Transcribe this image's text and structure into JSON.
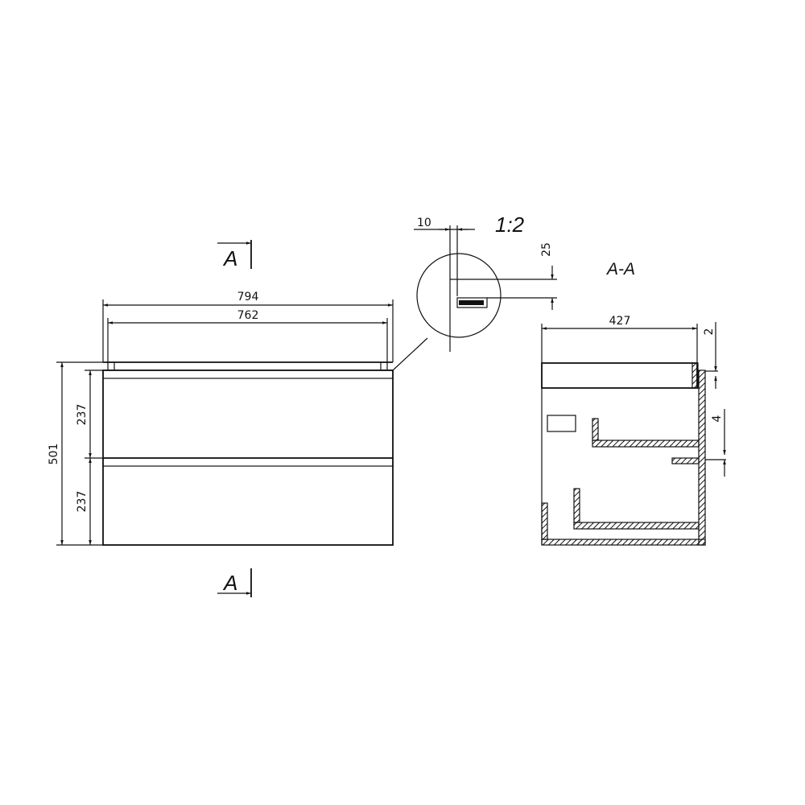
{
  "front_view": {
    "dim_overall_width": "794",
    "dim_inner_width": "762",
    "dim_total_height": "501",
    "dim_drawer_top": "237",
    "dim_drawer_bottom": "237",
    "section_mark_top": "A",
    "section_mark_bottom": "A"
  },
  "detail": {
    "scale": "1:2",
    "dim_gap": "10",
    "dim_offset": "25"
  },
  "section_view": {
    "title": "A-A",
    "dim_depth": "427",
    "dim_top_gap": "2",
    "dim_side_gap": "4"
  }
}
